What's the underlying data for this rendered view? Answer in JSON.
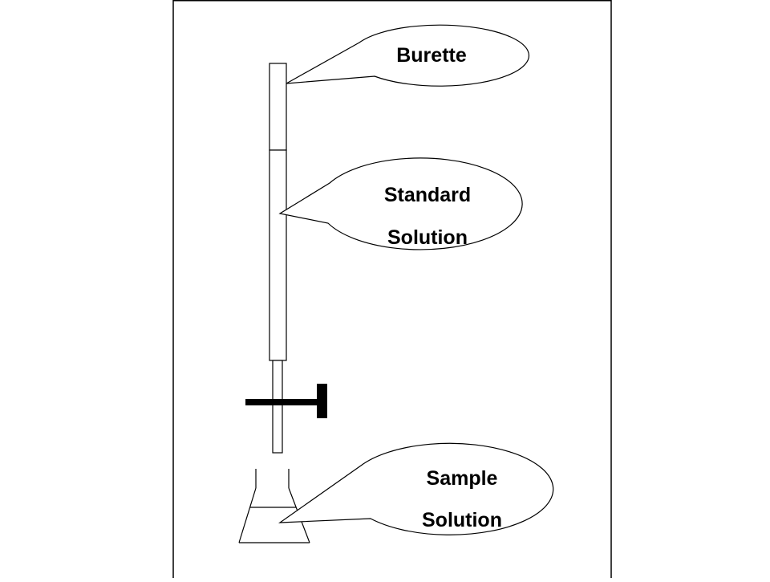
{
  "labels": {
    "burette": "Burette",
    "standard_solution": [
      "Standard",
      "Solution"
    ],
    "sample_solution": [
      "Sample",
      "Solution"
    ]
  },
  "colors": {
    "stroke": "#000000",
    "background": "#ffffff"
  }
}
